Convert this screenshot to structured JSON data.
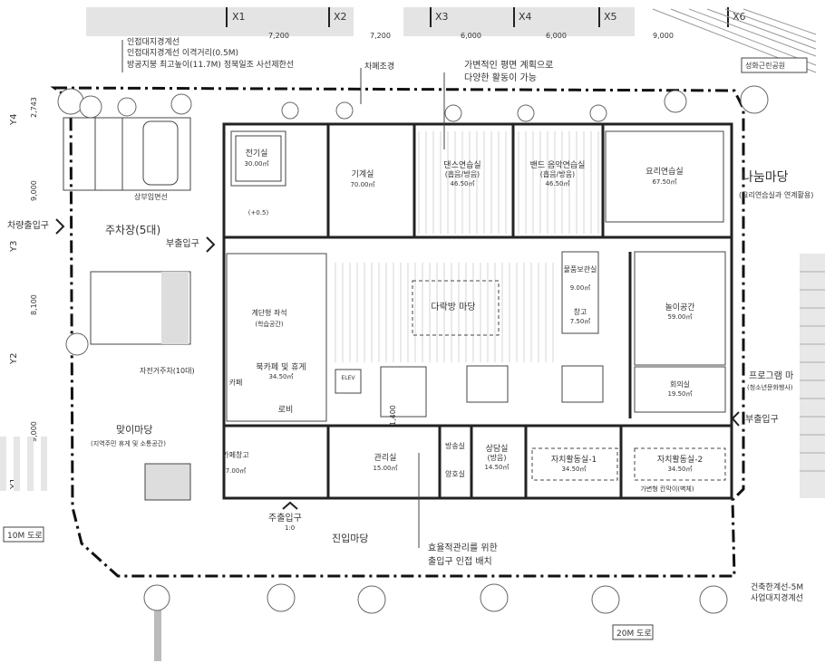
{
  "grid": {
    "x_labels": [
      "X1",
      "X2",
      "X3",
      "X4",
      "X5",
      "X6"
    ],
    "y_labels": [
      "Y4",
      "Y3",
      "Y2",
      "Y1"
    ],
    "x_dims": [
      "7,200",
      "7,200",
      "6,000",
      "6,000",
      "9,000"
    ],
    "y_dims": [
      "2,743",
      "9,000",
      "8,100",
      "9,000"
    ]
  },
  "notes": {
    "setback_1": "인접대지경계선",
    "setback_2": "인접대지경계선 이격거리(0.5M)",
    "setback_3": "방공지붕 최고높이(11.7M) 정북일조 사선제한선",
    "screening": "차폐조경",
    "flexible_1": "가변적인 평면 계획으로",
    "flexible_2": "다양한 활동이 가능",
    "park": "성화근린공원",
    "nanum": "나눔마당",
    "nanum_sub": "(요리연습실과 연계활용)",
    "program": "프로그램 마",
    "program_sub": "(청소년문화행사)",
    "vehicle_entry": "차량출입구",
    "parking": "주차장(5대)",
    "sub_entry_w": "부출입구",
    "sub_entry_e": "부출입구",
    "bike": "자전거주차(10대)",
    "maji": "맞이마당",
    "maji_sub": "(지역주민 휴게 및 소통공간)",
    "road_10m": "10M 도로",
    "road_20m": "20M 도로",
    "main_entry": "주출입구",
    "main_entry_ref": "1:0",
    "jinip": "진입마당",
    "mgmt_1": "효율적관리를 위한",
    "mgmt_2": "출입구 인접 배치",
    "legend_1": "건축한계선-5M",
    "legend_2": "사업대지경계선",
    "roof_entry": "상부입면선",
    "dim_1400": "1,400",
    "elev": "ELEV",
    "level": "(+0.5)",
    "wall_note": "가변형 칸막이(벽체)"
  },
  "rooms": {
    "electric": "전기실",
    "electric_area": "30.00㎡",
    "machine": "기계실",
    "machine_area": "70.00㎡",
    "dance": "댄스연습실",
    "dance_sub": "(흡음/방음)",
    "dance_area": "46.50㎡",
    "band": "밴드 음악연습실",
    "band_sub": "(흡음/방음)",
    "band_area": "46.50㎡",
    "cooking": "요리연습실",
    "cooking_area": "67.50㎡",
    "storage1": "물품보관실",
    "storage1_area": "9.00㎡",
    "storage2": "창고",
    "storage2_area": "7.50㎡",
    "play": "놀이공간",
    "play_area": "59.00㎡",
    "meeting": "회의실",
    "meeting_area": "19.50㎡",
    "darak": "다락방 마당",
    "lounge": "북카페 및 휴게",
    "lounge_area": "34.50㎡",
    "cafe": "카페",
    "lobby": "로비",
    "cafe_store": "카페창고",
    "cafe_store_area": "7.00㎡",
    "office": "관리실",
    "office_area": "15.00㎡",
    "broadcast": "방송실",
    "toilet_room": "양호실",
    "counsel": "상담실",
    "counsel_sub": "(방음)",
    "counsel_area": "14.50㎡",
    "study1": "자치활동실-1",
    "study1_area": "34.50㎡",
    "study2": "자치활동실-2",
    "study2_area": "34.50㎡",
    "stage": "계단형 좌석",
    "stage2": "(학습공간)"
  }
}
